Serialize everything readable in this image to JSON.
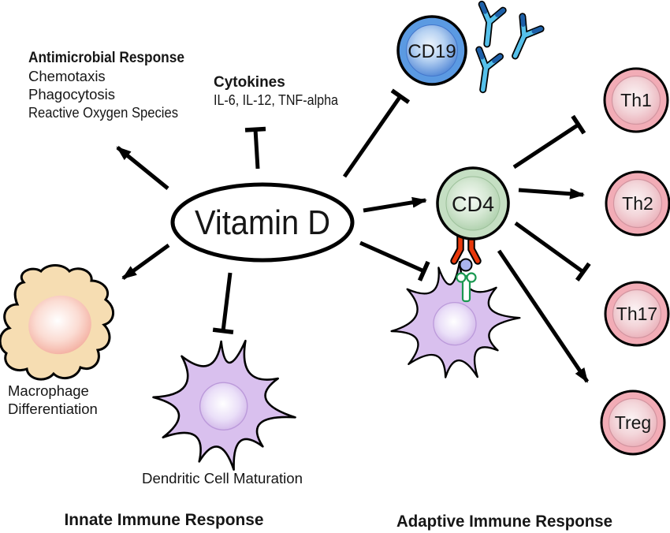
{
  "figure": {
    "center_label": "Vitamin D",
    "innate_heading": "Innate Immune Response",
    "adaptive_heading": "Adaptive Immune Response"
  },
  "annotations": {
    "antimicrobial": {
      "title": "Antimicrobial Response",
      "items": [
        "Chemotaxis",
        "Phagocytosis",
        "Reactive Oxygen Species"
      ]
    },
    "cytokines": {
      "title": "Cytokines",
      "detail": "IL-6, IL-12, TNF-alpha"
    },
    "macrophage": {
      "line1": "Macrophage",
      "line2": "Differentiation"
    },
    "dendritic": {
      "label": "Dendritic Cell Maturation"
    }
  },
  "cells": {
    "cd19": "CD19",
    "cd4": "CD4",
    "th1": "Th1",
    "th2": "Th2",
    "th17": "Th17",
    "treg": "Treg"
  },
  "relationships": [
    {
      "target": "Antimicrobial Response",
      "effect": "stimulate"
    },
    {
      "target": "Cytokines",
      "effect": "inhibit"
    },
    {
      "target": "CD19",
      "effect": "inhibit"
    },
    {
      "target": "CD4",
      "effect": "stimulate"
    },
    {
      "target": "Dendritic Cell (antigen presenting)",
      "effect": "inhibit"
    },
    {
      "target": "Macrophage Differentiation",
      "effect": "stimulate"
    },
    {
      "target": "Dendritic Cell Maturation",
      "effect": "inhibit"
    },
    {
      "target": "Th1",
      "effect": "inhibit"
    },
    {
      "target": "Th2",
      "effect": "stimulate"
    },
    {
      "target": "Th17",
      "effect": "inhibit"
    },
    {
      "target": "Treg",
      "effect": "stimulate"
    }
  ],
  "colors": {
    "line": "#000000",
    "b_cell_ring": "#5b9ae2",
    "t_cell_ring": "#c5dfc3",
    "th_cell_ring": "#f2acb6",
    "macrophage_body": "#f6ddb2",
    "dendritic_body": "#d9c0ee",
    "antibody_body": "#55c0ea",
    "antibody_tip": "#1d5fa8",
    "tcr": "#e8380b",
    "mhc": "#1a9850",
    "peptide": "#aab4ee"
  }
}
